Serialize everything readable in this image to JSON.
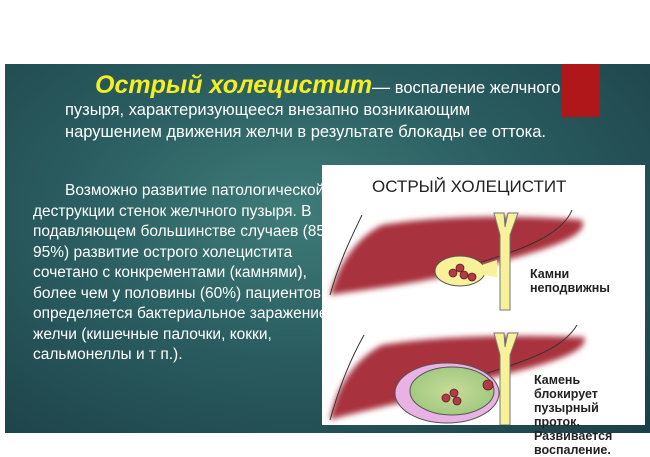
{
  "intro": {
    "title": "Острый холецистит",
    "dash": "—",
    "text": " воспаление желчного пузыря, характеризующееся внезапно возникающим нарушением движения желчи в результате блокады ее оттока."
  },
  "body": "Возможно развитие патологической деструкции стенок желчного пузыря. В подавляющем большинстве случаев (85-95%) развитие острого холецистита сочетано с конкрементами (камнями), более чем у половины (60%) пациентов определяется бактериальное заражение желчи (кишечные палочки, кокки, сальмонеллы и т п.).",
  "figure": {
    "title": "ОСТРЫЙ ХОЛЕЦИСТИТ",
    "caption_top": "Камни неподвижны",
    "caption_bottom": [
      "Камень блокирует",
      "пузырный проток.",
      "Развивается",
      "воспаление."
    ]
  },
  "colors": {
    "accent": "#b0171b",
    "title": "#f4ee22",
    "liver": "#a8323d",
    "bile": "#f7f29a"
  }
}
